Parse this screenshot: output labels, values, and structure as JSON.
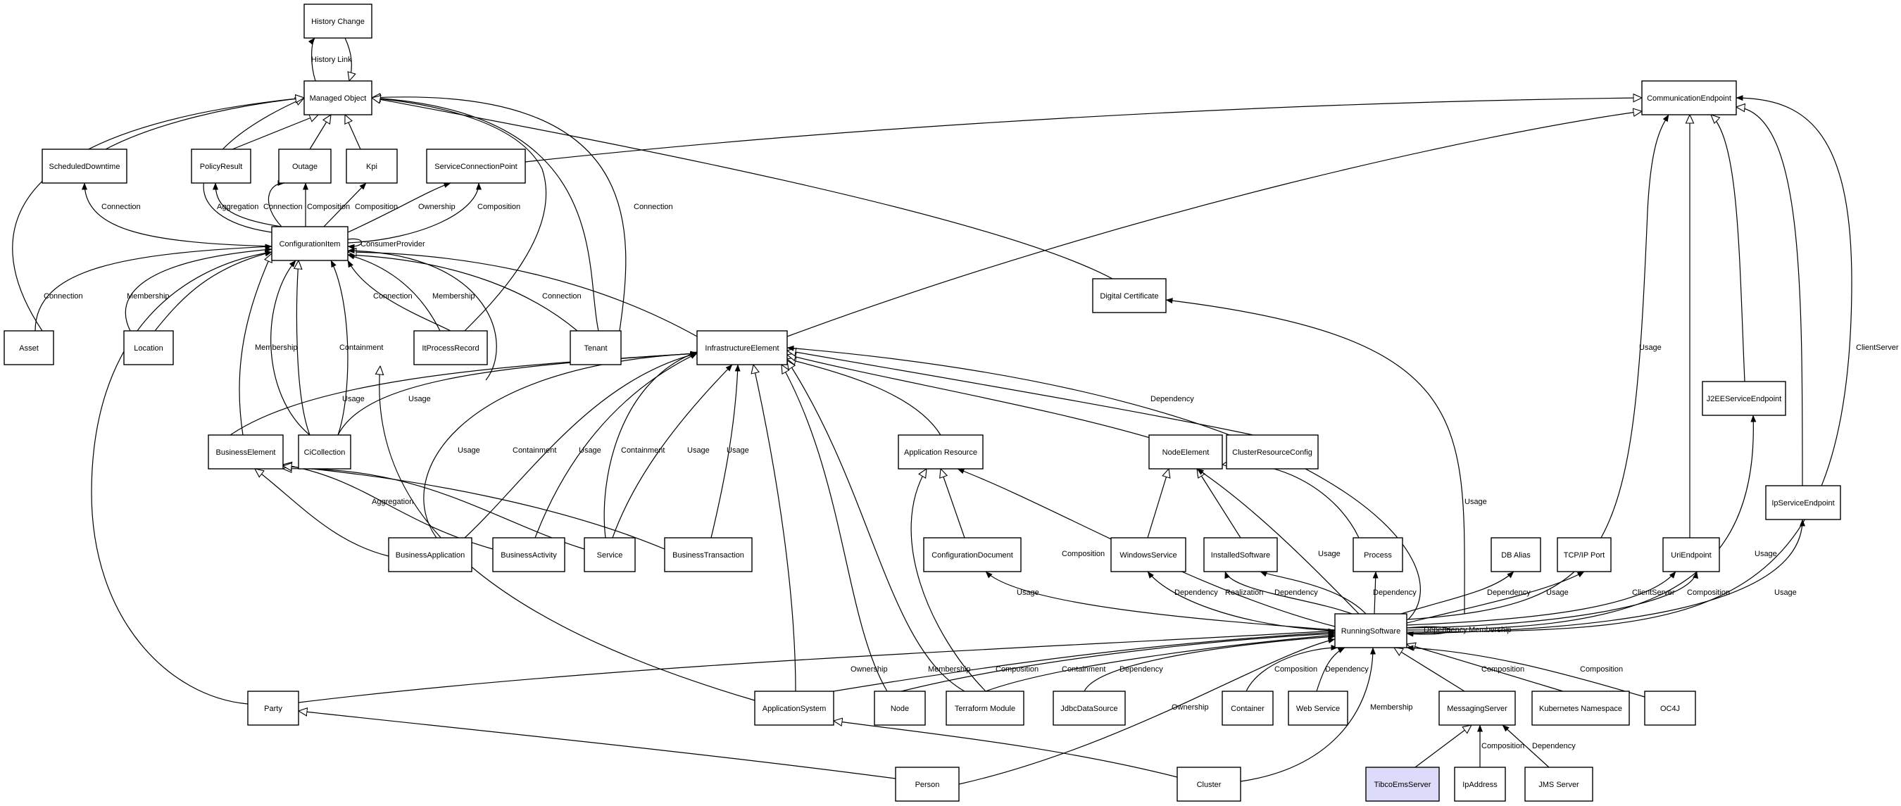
{
  "colors": {
    "node_fill": "#ffffff",
    "highlight_fill": "#dcdcfa",
    "stroke": "#000000",
    "background": "#ffffff"
  },
  "nodes": {
    "history_change": "History Change",
    "managed_object": "Managed Object",
    "communication_endpoint": "CommunicationEndpoint",
    "scheduled_downtime": "ScheduledDowntime",
    "policy_result": "PolicyResult",
    "outage": "Outage",
    "kpi": "Kpi",
    "service_connection_point": "ServiceConnectionPoint",
    "configuration_item": "ConfigurationItem",
    "digital_certificate": "Digital Certificate",
    "asset": "Asset",
    "location": "Location",
    "it_process_record": "ItProcessRecord",
    "tenant": "Tenant",
    "infrastructure_element": "InfrastructureElement",
    "j2ee_service_endpoint": "J2EEServiceEndpoint",
    "business_element": "BusinessElement",
    "ci_collection": "CiCollection",
    "application_resource": "Application Resource",
    "node_element": "NodeElement",
    "cluster_resource_config": "ClusterResourceConfig",
    "ip_service_endpoint": "IpServiceEndpoint",
    "business_application": "BusinessApplication",
    "business_activity": "BusinessActivity",
    "service": "Service",
    "business_transaction": "BusinessTransaction",
    "configuration_document": "ConfigurationDocument",
    "windows_service": "WindowsService",
    "installed_software": "InstalledSoftware",
    "process": "Process",
    "db_alias": "DB Alias",
    "tcpip_port": "TCP/IP Port",
    "uri_endpoint": "UriEndpoint",
    "running_software": "RunningSoftware",
    "party": "Party",
    "application_system": "ApplicationSystem",
    "node": "Node",
    "terraform_module": "Terraform Module",
    "jdbc_data_source": "JdbcDataSource",
    "container": "Container",
    "web_service": "Web Service",
    "messaging_server": "MessagingServer",
    "kubernetes_namespace": "Kubernetes Namespace",
    "oc4j": "OC4J",
    "person": "Person",
    "cluster": "Cluster",
    "tibco_ems_server": "TibcoEmsServer",
    "ip_address": "IpAddress",
    "jms_server": "JMS Server"
  },
  "edge_labels": {
    "history_link": "History Link",
    "ci_scheduled_downtime": "Connection",
    "ci_policy_result": "Aggregation",
    "ci_outage_connection": "Connection",
    "ci_outage_composition": "Composition",
    "ci_kpi": "Composition",
    "ci_scp_ownership": "Ownership",
    "ci_scp_composition": "Composition",
    "ci_self": "ConsumerProvider",
    "ci_asset": "Connection",
    "ci_location": "Membership",
    "ci_membership_left": "Membership",
    "ci_containment": "Containment",
    "ci_itpr_connection": "Connection",
    "ci_itpr_membership": "Membership",
    "ci_tenant": "Connection",
    "tenant_mo": "Connection",
    "ie_be_usage": "Usage",
    "ie_cic_usage": "Usage",
    "be_aggregation": "Aggregation",
    "ie_ba_usage": "Usage",
    "ie_ba_containment": "Containment",
    "ie_bact_usage": "Usage",
    "ie_service_containment": "Containment",
    "ie_service_usage": "Usage",
    "ie_bt_usage": "Usage",
    "ie_crc_dependency": "Dependency",
    "ce_usage": "Usage",
    "ce_clientserver": "ClientServer",
    "rs_digcert_usage": "Usage",
    "rs_appres_composition": "Composition",
    "rs_confdoc_usage": "Usage",
    "rs_winsvc_dependency": "Dependency",
    "rs_instsw_realization": "Realization",
    "rs_instsw_dependency": "Dependency",
    "rs_nodeelement_usage": "Usage",
    "rs_process_dependency": "Dependency",
    "rs_dbalias_dependency": "Dependency",
    "rs_tcpip_usage": "Usage",
    "rs_uri_clientserver": "ClientServer",
    "rs_uri_composition": "Composition",
    "rs_j2ee_usage": "Usage",
    "rs_ipsvc_usage": "Usage",
    "rs_self_dependency": "Dependency",
    "rs_self_membership": "Membership",
    "rs_party_ownership": "Ownership",
    "rs_appsys_membership": "Membership",
    "rs_node_composition": "Composition",
    "rs_tf_containment": "Containment",
    "rs_jdbc_dependency": "Dependency",
    "rs_person_ownership": "Ownership",
    "rs_container_composition": "Composition",
    "rs_websvc_dependency": "Dependency",
    "rs_cluster_membership": "Membership",
    "rs_k8s_composition": "Composition",
    "rs_oc4j_composition": "Composition",
    "ms_ipaddr_composition": "Composition",
    "ms_jms_dependency": "Dependency"
  }
}
